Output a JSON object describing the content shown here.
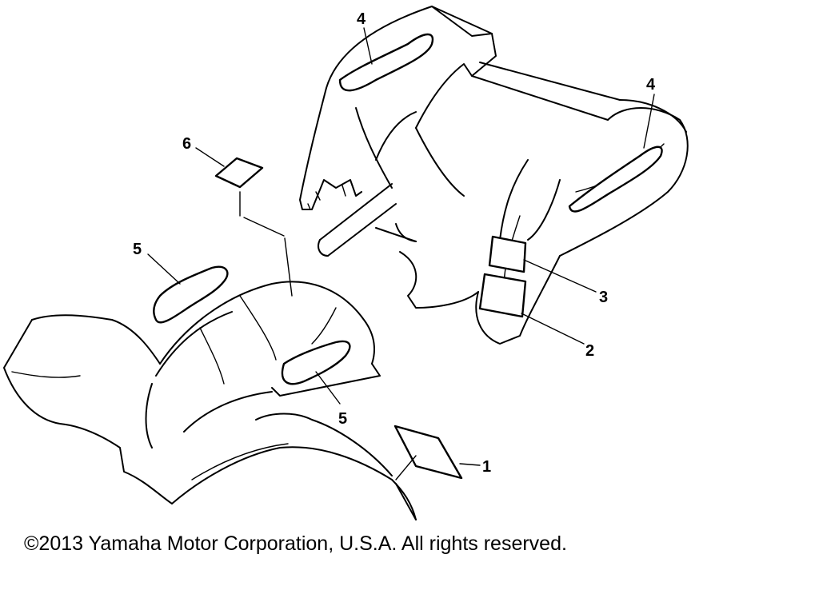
{
  "parts": {
    "callouts": [
      {
        "id": "rear-fender-decal-4-left",
        "label": "4"
      },
      {
        "id": "rear-fender-decal-4-right",
        "label": "4"
      },
      {
        "id": "decal-3",
        "label": "3"
      },
      {
        "id": "decal-2",
        "label": "2"
      },
      {
        "id": "front-fender-decal-5-left",
        "label": "5"
      },
      {
        "id": "front-fender-decal-5-right",
        "label": "5"
      },
      {
        "id": "decal-6",
        "label": "6"
      },
      {
        "id": "decal-1",
        "label": "1"
      }
    ]
  },
  "footer": {
    "copyright": "©2013 Yamaha Motor Corporation, U.S.A. All rights reserved."
  }
}
